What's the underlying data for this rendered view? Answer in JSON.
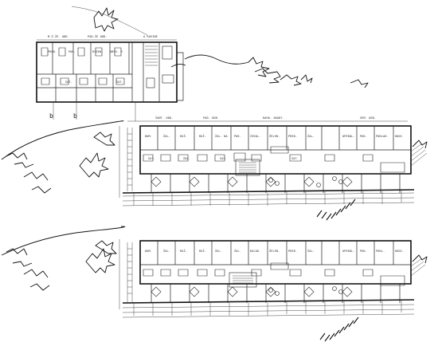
{
  "drawing": {
    "subject": "",
    "line_color": "#111111",
    "paper_color": "#ffffff",
    "plans": [
      {
        "id": "upper",
        "label_a": "b",
        "label_b": "b"
      },
      {
        "id": "middle"
      },
      {
        "id": "lower"
      }
    ]
  }
}
